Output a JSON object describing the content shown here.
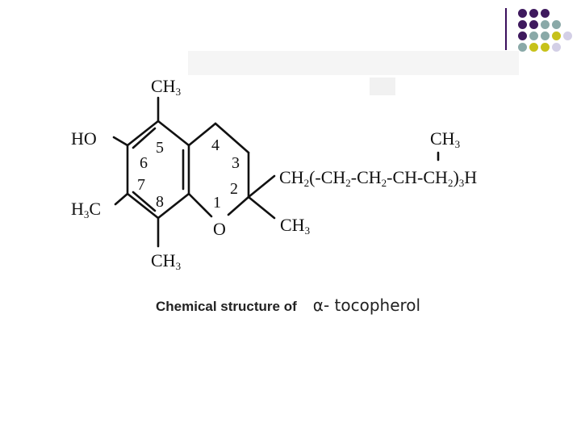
{
  "decoration": {
    "dot_colors": {
      "purple": "#3f1a5e",
      "teal": "#8aa9a8",
      "olive": "#c7c21a",
      "lavender": "#d3cfe6"
    },
    "rule_color": "#3a0f5c"
  },
  "structure": {
    "groups": {
      "ch3_top": {
        "main": "CH",
        "sub": "3"
      },
      "ho": "HO",
      "h3c": {
        "pre": "H",
        "sub": "3",
        "post": "C"
      },
      "ch3_bottom": {
        "main": "CH",
        "sub": "3"
      },
      "oxygen": "O",
      "ch3_c2": {
        "main": "CH",
        "sub": "3"
      },
      "ch3_chain": {
        "main": "CH",
        "sub": "3"
      },
      "side_chain": {
        "p1": "CH",
        "s1": "2",
        "p2": "(-CH",
        "s2": "2",
        "p3": "-CH",
        "s3": "2",
        "p4": "-CH-CH",
        "s4": "2",
        "p5": ")",
        "s5": "3",
        "p6": "H"
      }
    },
    "numbers": {
      "n1": "1",
      "n2": "2",
      "n3": "3",
      "n4": "4",
      "n5": "5",
      "n6": "6",
      "n7": "7",
      "n8": "8"
    }
  },
  "caption": {
    "text": "Chemical structure of",
    "alpha": "α- tocopherol"
  }
}
